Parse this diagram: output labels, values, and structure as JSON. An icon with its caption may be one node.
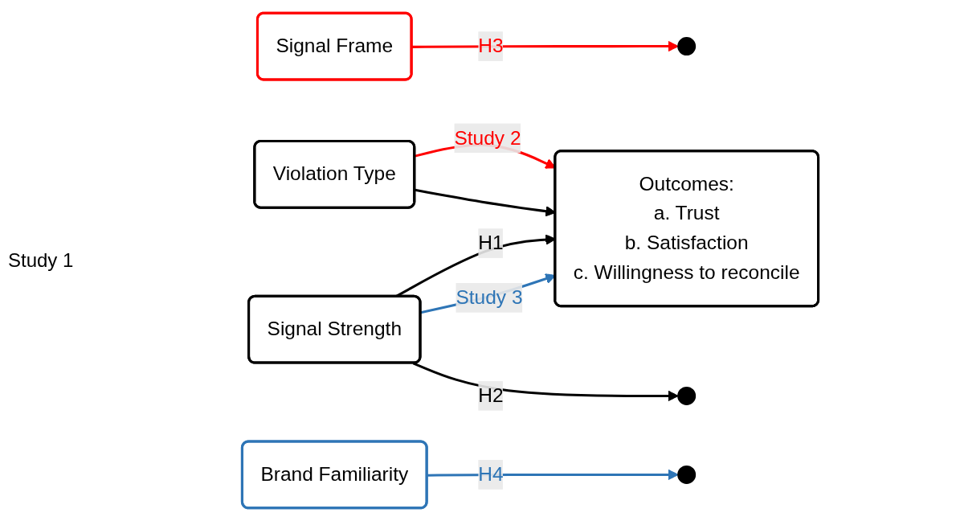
{
  "diagram": {
    "nodes": [
      {
        "text": [
          "Signal Frame"
        ]
      },
      {
        "text": [
          "Violation Type"
        ]
      },
      {
        "text": [
          "Signal Strength"
        ]
      },
      {
        "text": [
          "Outcomes:",
          "a. Trust",
          "b. Satisfaction",
          "c. Willingness to reconcile"
        ]
      },
      {
        "text": [
          "Brand Familiarity"
        ]
      }
    ],
    "edges": [
      {
        "from": 1,
        "to": 3,
        "arrow": "to",
        "label": "Study 2",
        "color": "#ff0000"
      },
      {
        "from": 1,
        "to": 3,
        "arrow": "to"
      },
      {
        "from": 2,
        "to": 3,
        "arrow": "to",
        "label": "H1"
      },
      {
        "from": 2,
        "to": 3,
        "arrow": "to",
        "label": "Study 3",
        "color": "#2e75b6"
      },
      {
        "from": 0,
        "to": null,
        "arrow": "to",
        "label": "H3",
        "color": "#ff0000"
      },
      {
        "from": 2,
        "to": null,
        "arrow": "to",
        "label": "H2"
      },
      {
        "from": 4,
        "to": null,
        "arrow": "to",
        "label": "H4",
        "color": "#2e75b6"
      }
    ],
    "labels": [
      "Study 1"
    ]
  }
}
